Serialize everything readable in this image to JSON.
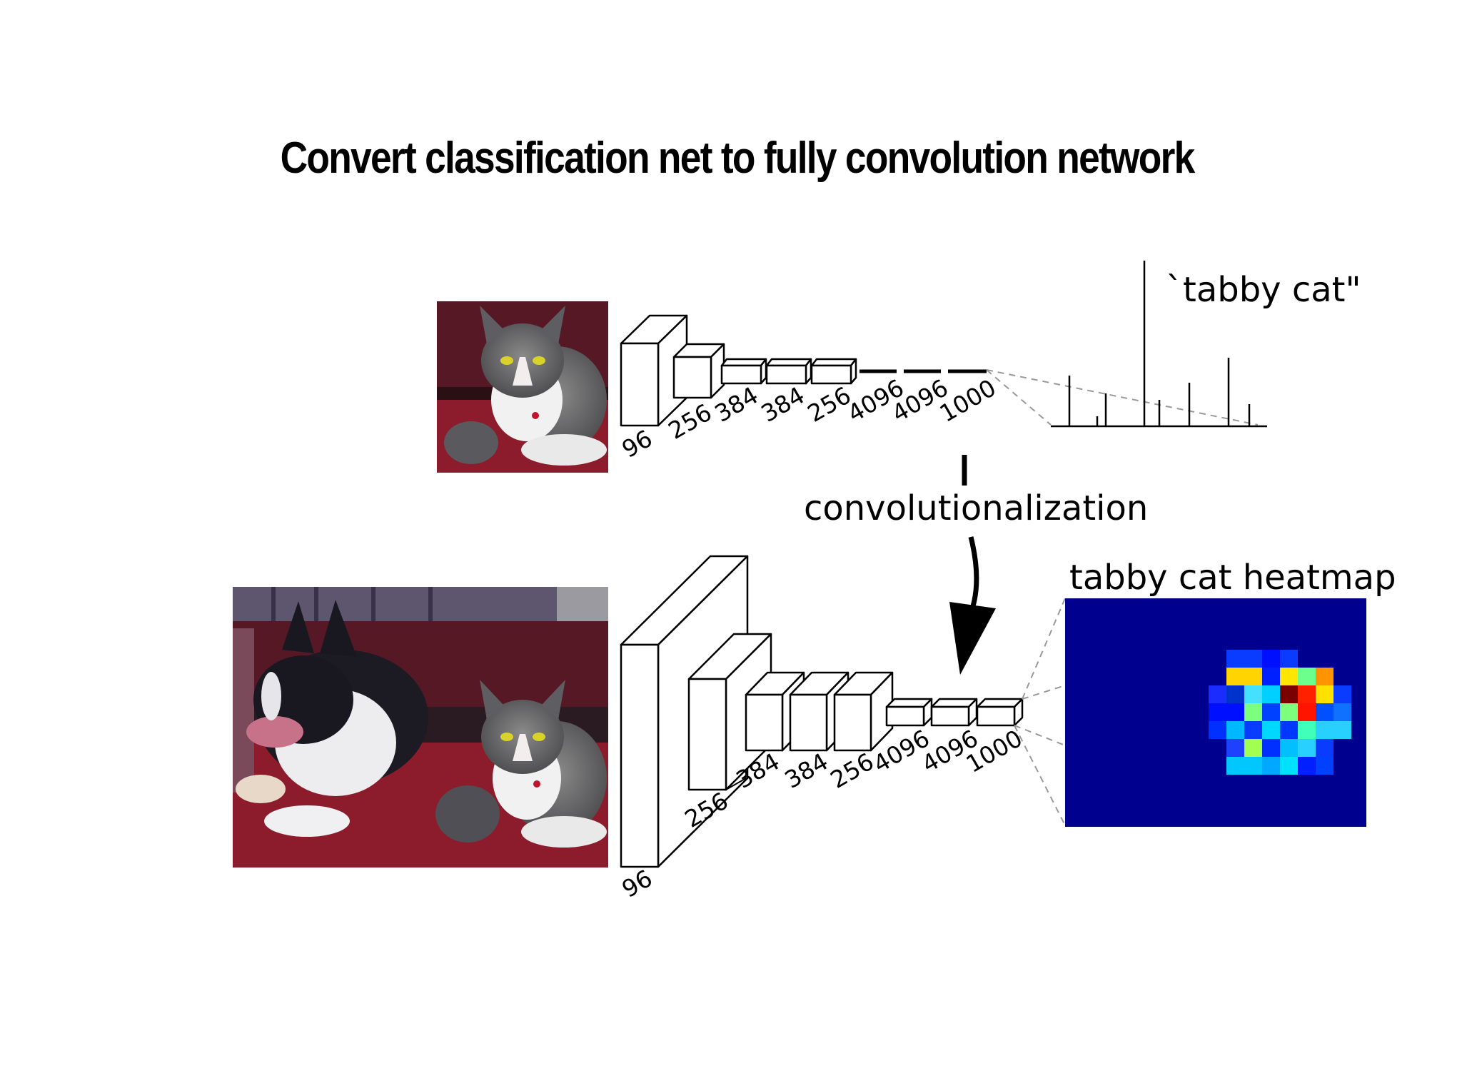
{
  "title": "Convert classification net to fully convolution network",
  "top_row": {
    "layer_labels": [
      "96",
      "256",
      "384",
      "384",
      "256",
      "4096",
      "4096",
      "1000"
    ],
    "output_label": "`tabby cat\"",
    "input_image": "cat-photo"
  },
  "middle": {
    "arrow_label": "convolutionalization"
  },
  "bottom_row": {
    "layer_labels": [
      "96",
      "256",
      "384",
      "384",
      "256",
      "4096",
      "4096",
      "1000"
    ],
    "output_label": "tabby cat heatmap",
    "input_image": "dog-and-cat-photo"
  },
  "colors": {
    "heatmap_background": "#00008f",
    "sofa": "#8c1c2c",
    "line": "#000000"
  }
}
